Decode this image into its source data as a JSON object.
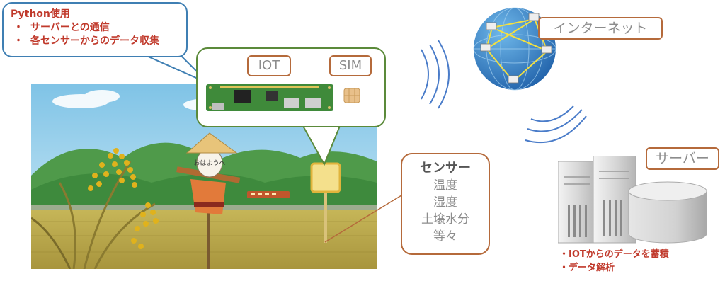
{
  "python_callout": {
    "title": "Python使用",
    "items": [
      {
        "bullet": "・",
        "text": "サーバーとの通信"
      },
      {
        "bullet": "・",
        "text": "各センサーからのデータ収集"
      }
    ]
  },
  "iot_module": {
    "iot_label": "IOT",
    "sim_label": "SIM"
  },
  "internet": {
    "label": "インターネット"
  },
  "server": {
    "label": "サーバー",
    "notes": [
      "・IOTからのデータを蓄積",
      "・データ解析"
    ]
  },
  "sensor": {
    "title": "センサー",
    "items": [
      "温度",
      "湿度",
      "土壌水分",
      "等々"
    ]
  },
  "scarecrow": {
    "face_text": "おはようへ"
  },
  "colors": {
    "callout_blue": "#3f7fb3",
    "iot_green": "#5b8a3a",
    "label_brown": "#b56a3b",
    "note_red": "#c0392b",
    "wave_blue": "#4a7cc9"
  }
}
